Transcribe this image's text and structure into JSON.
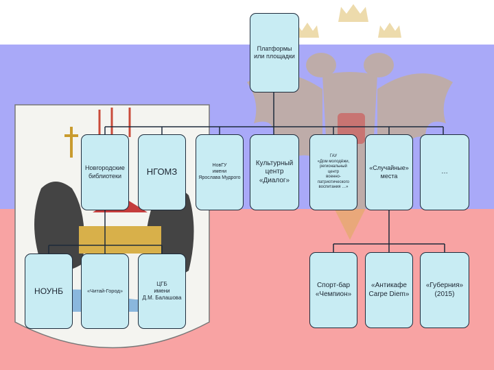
{
  "colors": {
    "flag_white": "#ffffff",
    "flag_blue": "#a9a9f8",
    "flag_red": "#f8a3a3",
    "node_fill": "#c8ecf3",
    "node_border": "#1c2a3a",
    "line": "#1c2a3a"
  },
  "diagram": {
    "root": {
      "label": "Платформы\nили площадки"
    },
    "level1": [
      {
        "id": "libraries",
        "label": "Новгородские\nбиблиотеки"
      },
      {
        "id": "ngomz",
        "label": "НГОМЗ"
      },
      {
        "id": "novgu",
        "label": "НовГУ\nимени\nЯрослава Мудрого"
      },
      {
        "id": "dialog",
        "label": "Культурный\nцентр\n«Диалог»"
      },
      {
        "id": "gau",
        "label": "ГАУ\n«Дом молодёжи,\nрегиональный\nцентр\nвоенно-\nпатриотического\nвоспитания …»"
      },
      {
        "id": "random",
        "label": "«Случайные»\nместа"
      },
      {
        "id": "etc",
        "label": "…"
      }
    ],
    "libraries_children": [
      {
        "id": "nounb",
        "label": "НОУНБ"
      },
      {
        "id": "chitay",
        "label": "«Читай-Город»"
      },
      {
        "id": "cgb",
        "label": "ЦГБ\nимени\nД.М. Балашова"
      }
    ],
    "random_children": [
      {
        "id": "sportbar",
        "label": "Спорт-бар\n«Чемпион»"
      },
      {
        "id": "anticafe",
        "label": "«Антикафе\nCarpe Diem»"
      },
      {
        "id": "guberniya",
        "label": "«Губерния»\n(2015)"
      }
    ]
  }
}
